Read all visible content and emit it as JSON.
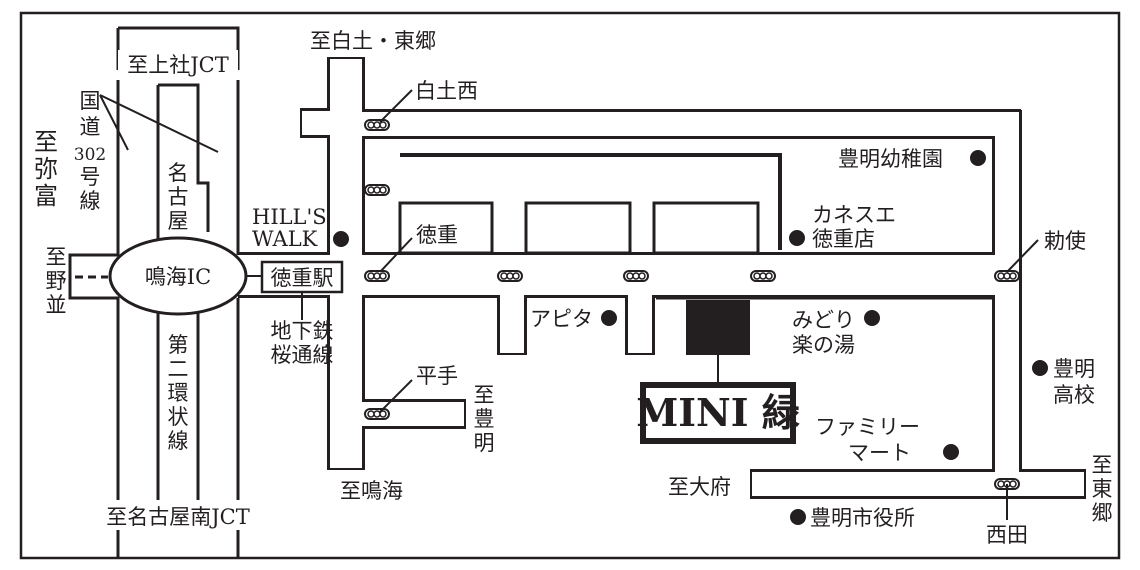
{
  "map": {
    "ink_color": "#231f20",
    "labels": {
      "to_kamiyashiro_jct": "至上社JCT",
      "route302": [
        "国",
        "道",
        "302",
        "号",
        "線"
      ],
      "to_yatomi": [
        "至",
        "弥",
        "富"
      ],
      "nagoya": [
        "名",
        "古",
        "屋"
      ],
      "daini_kanjo": [
        "第",
        "二",
        "環",
        "状",
        "線"
      ],
      "to_nagoya_minami_jct": "至名古屋南JCT",
      "to_nonami": [
        "至",
        "野",
        "並"
      ],
      "narumi_ic": "鳴海IC",
      "tokushige_station": "徳重駅",
      "subway_line": [
        "地下鉄",
        "桜通線"
      ],
      "to_shiratsuchi_togo": "至白土・東郷",
      "shiratsuchi_nishi": "白土西",
      "hills_walk": [
        "HILL'S",
        "WALK"
      ],
      "tokushige": "徳重",
      "hirate": "平手",
      "to_toyoake": [
        "至",
        "豊",
        "明"
      ],
      "to_narumi": "至鳴海",
      "apita": "アピタ",
      "toyoake_kindergarten": "豊明幼稚園",
      "kanesue": [
        "カネスエ",
        "徳重店"
      ],
      "chokushi": "勅使",
      "midori_rakunoyu": [
        "みどり",
        "楽の湯"
      ],
      "toyoake_high": [
        "豊明",
        "高校"
      ],
      "family_mart": [
        "ファミリー",
        "マート"
      ],
      "to_obu": "至大府",
      "toyoake_city_hall": "豊明市役所",
      "nishida": "西田",
      "to_togo": [
        "至",
        "東",
        "郷"
      ]
    },
    "destination": "MINI 緑"
  }
}
